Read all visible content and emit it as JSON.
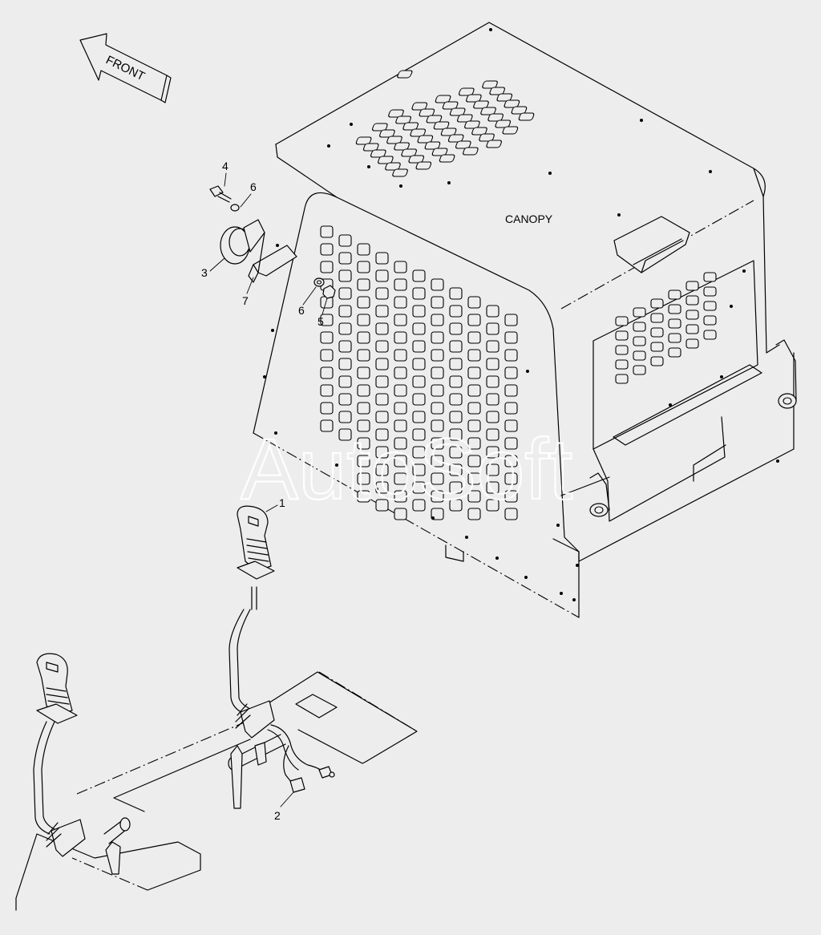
{
  "labels": {
    "front": "FRONT",
    "canopy": "CANOPY",
    "watermark": "AutoSoft"
  },
  "callouts": [
    {
      "id": "c4",
      "text": "4"
    },
    {
      "id": "c6a",
      "text": "6"
    },
    {
      "id": "c3",
      "text": "3"
    },
    {
      "id": "c7",
      "text": "7"
    },
    {
      "id": "c6b",
      "text": "6"
    },
    {
      "id": "c5",
      "text": "5"
    },
    {
      "id": "c1",
      "text": "1"
    },
    {
      "id": "c2",
      "text": "2"
    }
  ]
}
